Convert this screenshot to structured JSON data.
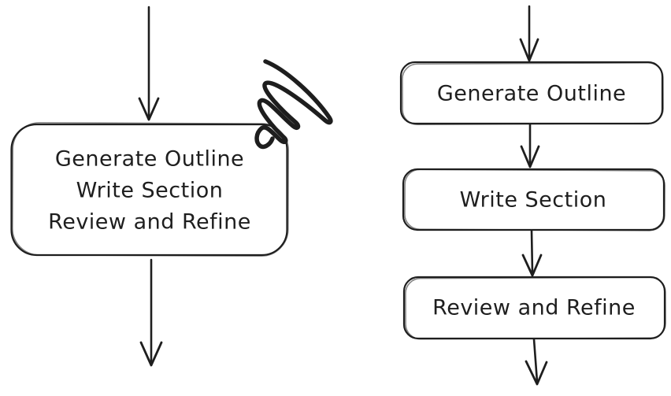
{
  "colors": {
    "ink": "#1e1e1e",
    "bg": "#ffffff"
  },
  "left_flow": {
    "description": "single combined node with scribble rejection mark",
    "node_lines": [
      "Generate Outline",
      "Write Section",
      "Review and Refine"
    ]
  },
  "right_flow": {
    "description": "three sequential nodes",
    "nodes": [
      {
        "label": "Generate Outline"
      },
      {
        "label": "Write Section"
      },
      {
        "label": "Review and Refine"
      }
    ]
  }
}
